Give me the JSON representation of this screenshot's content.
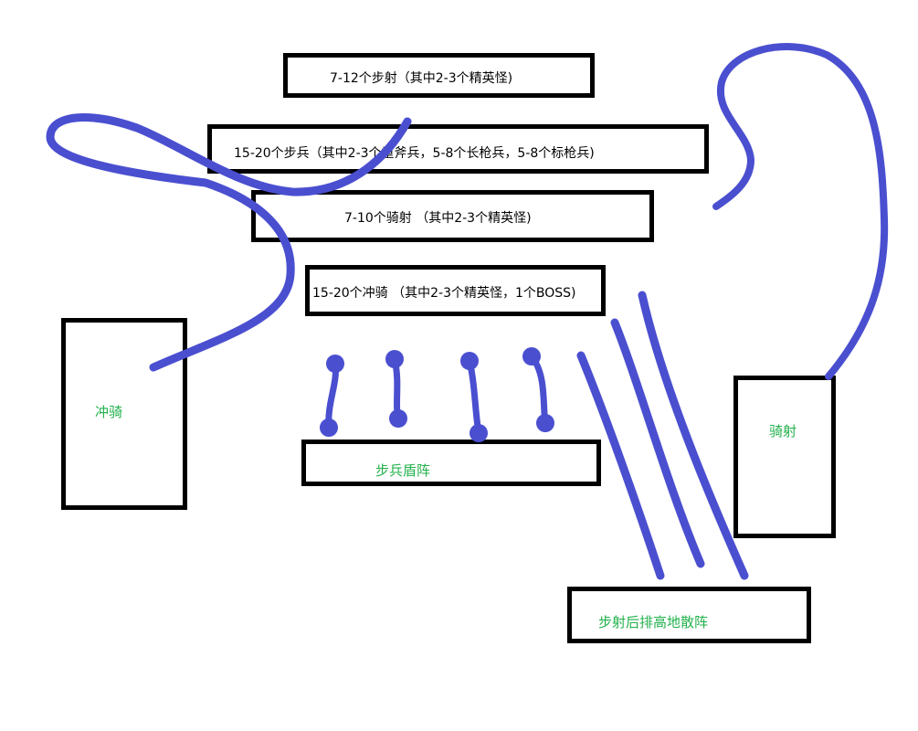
{
  "enemy_groups": {
    "foot_archers": "7-12个步射（其中2-3个精英怪)",
    "infantry": "15-20个步兵（其中2-3个重斧兵，5-8个长枪兵，5-8个标枪兵)",
    "horse_archers": "7-10个骑射 （其中2-3个精英怪)",
    "chargers": "15-20个冲骑 （其中2-3个精英怪，1个BOSS)"
  },
  "own_units": {
    "charge_cavalry": "冲骑",
    "horse_archer": "骑射",
    "shield_infantry": "步兵盾阵",
    "rear_archers": "步射后排高地散阵"
  },
  "colors": {
    "arrow": "#4a4fd0",
    "own_label": "#22b14c",
    "border": "#000000"
  }
}
